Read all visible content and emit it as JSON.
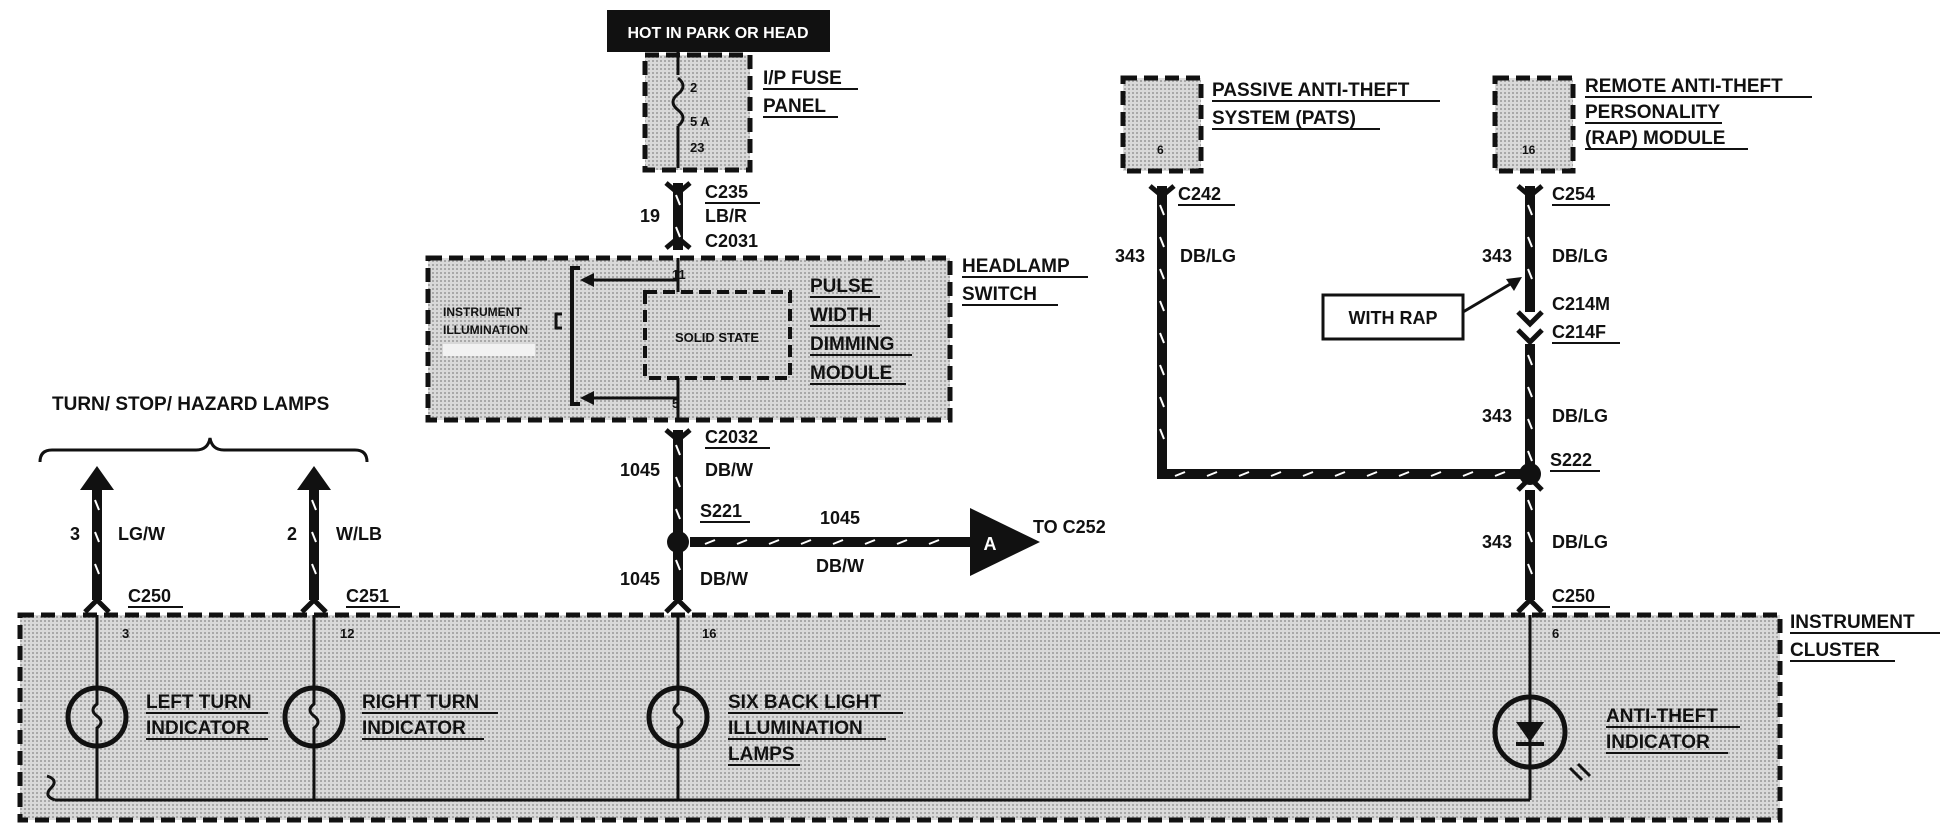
{
  "header": {
    "power_label": "HOT IN PARK OR HEAD"
  },
  "fuse_panel": {
    "label_line1": "I/P FUSE",
    "label_line2": "PANEL",
    "pin_in": "2",
    "rating": "5 A",
    "pin_out": "23"
  },
  "connectors": {
    "c235": "C235",
    "c2031": "C2031",
    "c2032": "C2032",
    "s221": "S221",
    "c250_left": "C250",
    "c251": "C251",
    "c242": "C242",
    "c254": "C254",
    "c214m": "C214M",
    "c214f": "C214F",
    "s222": "S222",
    "c250_right": "C250"
  },
  "wires": {
    "w19_num": "19",
    "w19_color": "LB/R",
    "w1045_upper_num": "1045",
    "w1045_upper_color": "DB/W",
    "w1045_branch_num": "1045",
    "w1045_branch_color": "DB/W",
    "w1045_lower_num": "1045",
    "w1045_lower_color": "DB/W",
    "w3_num": "3",
    "w3_color": "LG/W",
    "w2_num": "2",
    "w2_color": "W/LB",
    "w343_pats_num": "343",
    "w343_pats_color": "DB/LG",
    "w343_rap_upper_num": "343",
    "w343_rap_upper_color": "DB/LG",
    "w343_rap_mid_num": "343",
    "w343_rap_mid_color": "DB/LG",
    "w343_rap_lower_num": "343",
    "w343_rap_lower_color": "DB/LG"
  },
  "headlamp_switch": {
    "label_line1": "HEADLAMP",
    "label_line2": "SWITCH",
    "pin_top": "11",
    "pin_bottom": "5",
    "illum_line1": "INSTRUMENT",
    "illum_line2": "ILLUMINATION",
    "solid_state": "SOLID STATE",
    "pwm_line1": "PULSE",
    "pwm_line2": "WIDTH",
    "pwm_line3": "DIMMING",
    "pwm_line4": "MODULE"
  },
  "branch": {
    "offpage_letter": "A",
    "to_label": "TO C252"
  },
  "lamps_group": {
    "label": "TURN/ STOP/ HAZARD LAMPS"
  },
  "pats": {
    "line1": "PASSIVE ANTI-THEFT",
    "line2": "SYSTEM (PATS)",
    "pin": "6"
  },
  "rap": {
    "line1": "REMOTE ANTI-THEFT",
    "line2": "PERSONALITY",
    "line3": "(RAP) MODULE",
    "pin": "16",
    "with_rap": "WITH RAP"
  },
  "cluster": {
    "label_line1": "INSTRUMENT",
    "label_line2": "CLUSTER",
    "pin_left_turn": "3",
    "pin_right_turn": "12",
    "pin_backlight": "16",
    "pin_antitheft": "6",
    "left_turn_line1": "LEFT TURN",
    "left_turn_line2": "INDICATOR",
    "right_turn_line1": "RIGHT TURN",
    "right_turn_line2": "INDICATOR",
    "backlight_line1": "SIX BACK LIGHT",
    "backlight_line2": "ILLUMINATION",
    "backlight_line3": "LAMPS",
    "antitheft_line1": "ANTI-THEFT",
    "antitheft_line2": "INDICATOR"
  },
  "icons": [
    "bulb-icon",
    "led-icon",
    "fuse-icon",
    "offpage-arrow-icon",
    "ground-icon"
  ]
}
